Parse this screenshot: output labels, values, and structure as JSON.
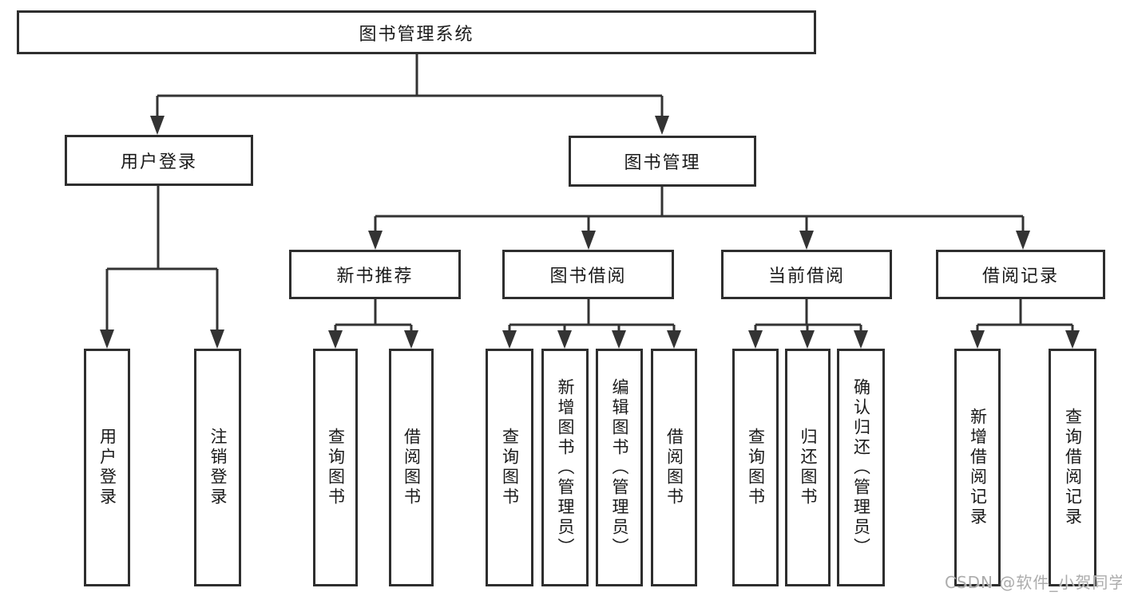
{
  "diagram": {
    "type": "hierarchy-chart",
    "root": "图书管理系统",
    "level2": [
      "用户登录",
      "图书管理"
    ],
    "level3": [
      "新书推荐",
      "图书借阅",
      "当前借阅",
      "借阅记录"
    ],
    "leaves": [
      "用户登录",
      "注销登录",
      "查询图书",
      "借阅图书",
      "查询图书",
      "新增图书（管理员）",
      "编辑图书（管理员）",
      "借阅图书",
      "查询图书",
      "归还图书",
      "确认归还（管理员）",
      "新增借阅记录",
      "查询借阅记录"
    ],
    "hierarchy": {
      "图书管理系统": [
        "用户登录",
        "图书管理"
      ],
      "用户登录": [
        "用户登录",
        "注销登录"
      ],
      "图书管理": [
        "新书推荐",
        "图书借阅",
        "当前借阅",
        "借阅记录"
      ],
      "新书推荐": [
        "查询图书",
        "借阅图书"
      ],
      "图书借阅": [
        "查询图书",
        "新增图书（管理员）",
        "编辑图书（管理员）",
        "借阅图书"
      ],
      "当前借阅": [
        "查询图书",
        "归还图书",
        "确认归还（管理员）"
      ],
      "借阅记录": [
        "新增借阅记录",
        "查询借阅记录"
      ]
    }
  },
  "watermark": "CSDN @软件_小贺同学",
  "colors": {
    "line": "#333333",
    "border": "#2e2e2e",
    "text": "#1a1a1a",
    "watermark": "#a8a8a8",
    "background": "#ffffff"
  }
}
